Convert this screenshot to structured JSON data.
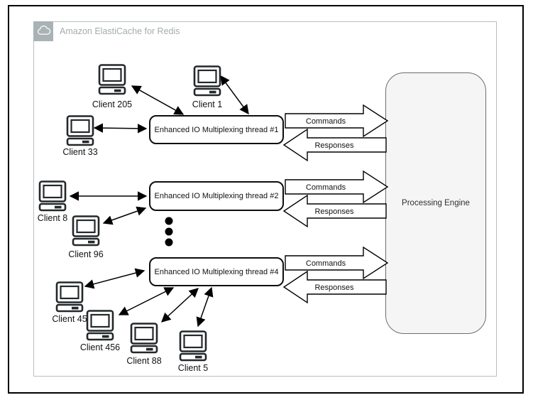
{
  "header": {
    "title": "Amazon ElastiCache for Redis",
    "icon": "cloud-icon"
  },
  "engine": {
    "label": "Processing Engine"
  },
  "flow_labels": {
    "commands": "Commands",
    "responses": "Responses"
  },
  "threads": [
    {
      "label": "Enhanced IO Multiplexing thread #1"
    },
    {
      "label": "Enhanced IO Multiplexing thread #2"
    },
    {
      "label": "Enhanced IO Multiplexing thread #4"
    }
  ],
  "clients": [
    {
      "label": "Client 205"
    },
    {
      "label": "Client 1"
    },
    {
      "label": "Client 33"
    },
    {
      "label": "Client 8"
    },
    {
      "label": "Client 96"
    },
    {
      "label": "Client 45"
    },
    {
      "label": "Client 456"
    },
    {
      "label": "Client 88"
    },
    {
      "label": "Client 5"
    }
  ],
  "colors": {
    "header_icon_bg": "#a9b2b5",
    "header_text": "#a4acaf",
    "engine_fill": "#f5f5f5",
    "line": "#000000",
    "box_border": "#0e0e0e"
  }
}
